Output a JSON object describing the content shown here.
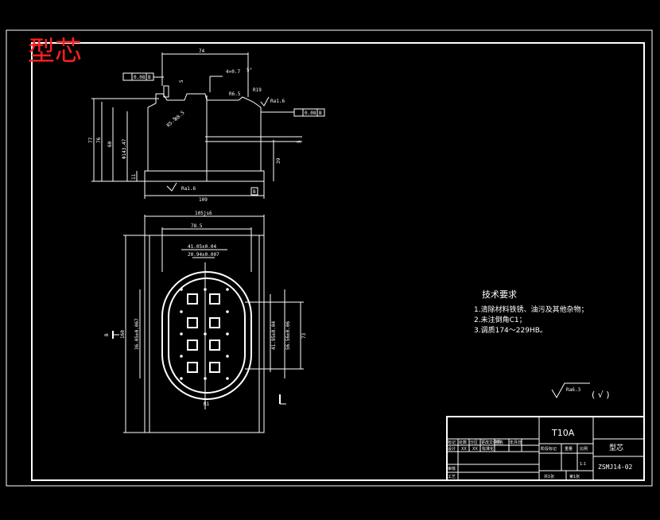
{
  "title": "型芯",
  "top_view": {
    "dim_width_top": "74",
    "dim_chamfer": "4×0.7",
    "dim_angle": "5°",
    "dim_r": "R6.5",
    "dim_r_right": "R19",
    "rough_right": "Ra1.6",
    "tol_left": "0.08",
    "tol_left_ref": "B",
    "tol_right": "0.08",
    "tol_right_ref": "B",
    "dim_bottom": "109",
    "rough_bottom": "Ra1.6",
    "datum": "B",
    "dim_h1": "77",
    "dim_h2": "76",
    "dim_h3": "60",
    "dim_dia": "Φ143.47",
    "dim_base": "11",
    "dim_right_h": "39",
    "dim_right_small": "5",
    "dim_left_small": "5",
    "dim_diag1": "R5.5",
    "dim_diag2": "R8.5"
  },
  "bottom_view": {
    "dim_width": "105js6",
    "dim_inner": "78.5",
    "dim_hole_a": "41.05±0.04",
    "dim_hole_b": "20.94±0.007",
    "dim_height": "160",
    "dim_left_tol": "36.05±0.067",
    "dim_right_tol": "41.95±0.04",
    "dim_right_tol2": "56.56±0.06",
    "dim_right_outer": "73",
    "section_label": "B",
    "dim_r_small": "R1"
  },
  "tech_requirements": {
    "heading": "技术要求",
    "items": [
      "1.清除材料铁锈、油污及其他杂物；",
      "2.未注倒角C1；",
      "3.调质174～229HB。"
    ]
  },
  "roughness_note": {
    "value": "Ra6.3",
    "suffix": "( √ )"
  },
  "title_block": {
    "material": "T10A",
    "part_name": "型芯",
    "drawing_no": "ZSMJ14-02",
    "sheet_total": "共1张",
    "sheet_no": "第1张",
    "scale": "1:1",
    "row_labels": [
      "标记",
      "处数",
      "分区",
      "更改文件号",
      "签名",
      "年月日"
    ],
    "row2": [
      "设计",
      "XX",
      "XX",
      "标准化"
    ],
    "stage_labels": [
      "阶段标记",
      "重量",
      "比例"
    ],
    "review": "审核",
    "process": "工艺"
  }
}
